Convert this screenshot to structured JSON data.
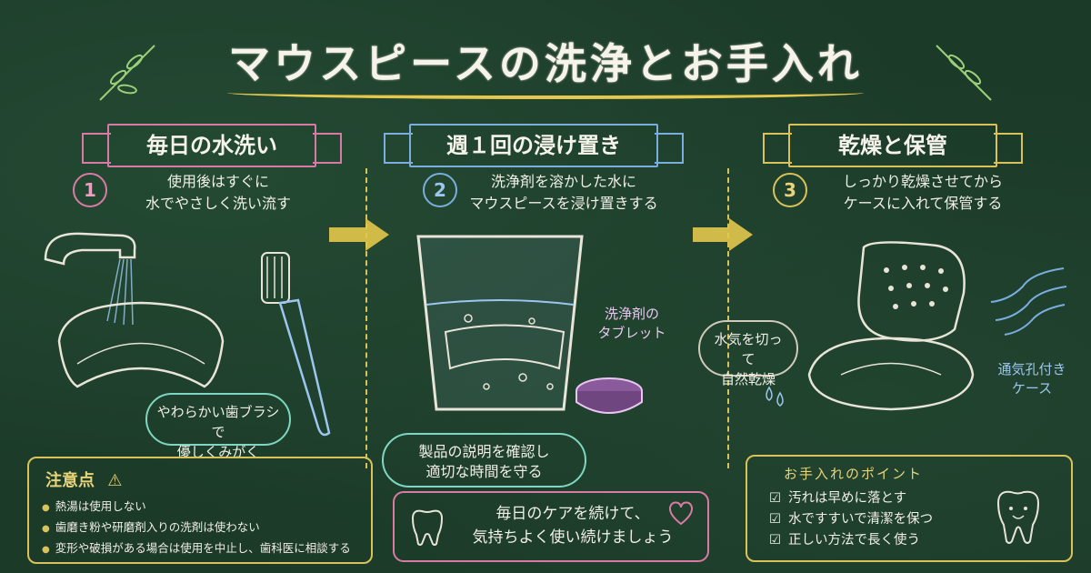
{
  "title": "マウスピースの洗浄とお手入れ",
  "steps": [
    {
      "number": "1",
      "heading": "毎日の水洗い",
      "line1": "使用後はすぐに",
      "line2": "水でやさしく洗い流す",
      "bubble1": "やわらかい歯ブラシで",
      "bubble2": "優しくみがく"
    },
    {
      "number": "2",
      "heading": "週１回の浸け置き",
      "line1": "洗浄剤を溶かした水に",
      "line2": "マウスピースを浸け置きする",
      "bubble1": "製品の説明を確認し",
      "bubble2": "適切な時間を守る",
      "tablet1": "洗浄剤の",
      "tablet2": "タブレット"
    },
    {
      "number": "3",
      "heading": "乾燥と保管",
      "line1": "しっかり乾燥させてから",
      "line2": "ケースに入れて保管する",
      "bubble1": "水気を切って",
      "bubble2": "自然乾燥",
      "case1": "通気孔付き",
      "case2": "ケース"
    }
  ],
  "caution": {
    "title": "注意点",
    "items": [
      "熱湯は使用しない",
      "歯磨き粉や研磨剤入りの洗剤は使わない",
      "変形や破損がある場合は使用を中止し、歯科医に相談する"
    ]
  },
  "care_message": {
    "line1": "毎日のケアを続けて、",
    "line2": "気持ちよく使い続けましょう"
  },
  "points": {
    "title": "お手入れのポイント",
    "items": [
      "汚れは早めに落とす",
      "水ですすいで清潔を保つ",
      "正しい方法で長く使う"
    ]
  },
  "colors": {
    "board": "#1b3a28",
    "chalk": "#f1efe6",
    "yellow": "#d9c25a",
    "pink": "#d97aa6",
    "blue": "#7aaede",
    "teal": "#7fd6c2"
  }
}
